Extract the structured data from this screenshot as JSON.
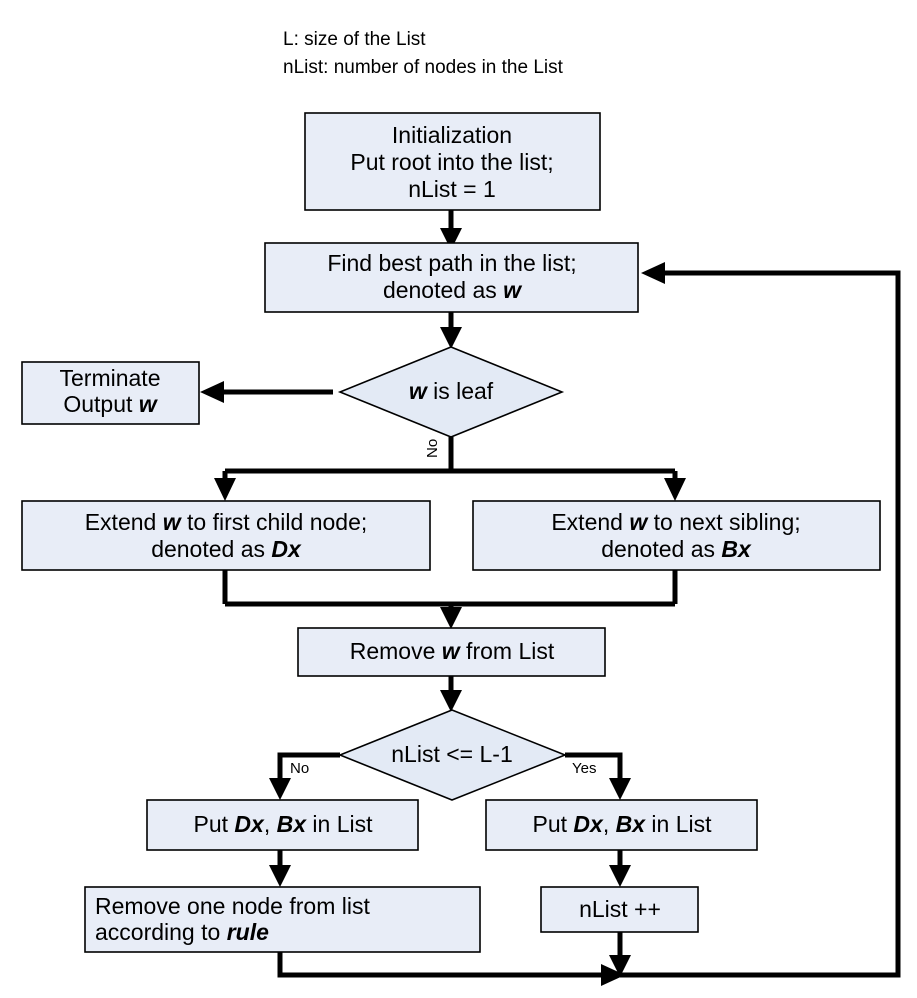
{
  "chart_data": {
    "type": "diagram",
    "diagram_kind": "flowchart",
    "title": "",
    "colors": {
      "node_fill": "#e8edf7",
      "node_stroke": "#000000",
      "edge": "#000000",
      "background": "#ffffff"
    },
    "legend": [
      "L: size of the List",
      "nList: number of nodes in the List"
    ],
    "nodes": [
      {
        "id": "init",
        "shape": "rect",
        "lines": [
          "Initialization",
          "Put root into the list;",
          "nList = 1"
        ]
      },
      {
        "id": "find_best",
        "shape": "rect",
        "lines": [
          "Find best path in the list;",
          "denoted as w"
        ]
      },
      {
        "id": "is_leaf",
        "shape": "diamond",
        "lines": [
          "w is leaf"
        ]
      },
      {
        "id": "terminate",
        "shape": "rect",
        "lines": [
          "Terminate",
          "Output w"
        ]
      },
      {
        "id": "extend_child",
        "shape": "rect",
        "lines": [
          "Extend w to first child node;",
          "denoted as Dx"
        ]
      },
      {
        "id": "extend_sib",
        "shape": "rect",
        "lines": [
          "Extend w to next sibling;",
          "denoted as Bx"
        ]
      },
      {
        "id": "remove_w",
        "shape": "rect",
        "lines": [
          "Remove w from List"
        ]
      },
      {
        "id": "nlist_check",
        "shape": "diamond",
        "lines": [
          "nList <= L-1"
        ]
      },
      {
        "id": "put_left",
        "shape": "rect",
        "lines": [
          "Put Dx, Bx in List"
        ]
      },
      {
        "id": "put_right",
        "shape": "rect",
        "lines": [
          "Put Dx, Bx in List"
        ]
      },
      {
        "id": "remove_rule",
        "shape": "rect",
        "lines": [
          "Remove one node from list",
          "according to rule"
        ]
      },
      {
        "id": "nlist_inc",
        "shape": "rect",
        "lines": [
          "nList ++"
        ]
      }
    ],
    "edges": [
      {
        "from": "init",
        "to": "find_best",
        "label": ""
      },
      {
        "from": "find_best",
        "to": "is_leaf",
        "label": ""
      },
      {
        "from": "is_leaf",
        "to": "terminate",
        "label": ""
      },
      {
        "from": "is_leaf",
        "to": "extend_child",
        "label": "No"
      },
      {
        "from": "is_leaf",
        "to": "extend_sib",
        "label": "No"
      },
      {
        "from": "extend_child",
        "to": "remove_w",
        "label": ""
      },
      {
        "from": "extend_sib",
        "to": "remove_w",
        "label": ""
      },
      {
        "from": "remove_w",
        "to": "nlist_check",
        "label": ""
      },
      {
        "from": "nlist_check",
        "to": "put_left",
        "label": "No"
      },
      {
        "from": "nlist_check",
        "to": "put_right",
        "label": "Yes"
      },
      {
        "from": "put_left",
        "to": "remove_rule",
        "label": ""
      },
      {
        "from": "put_right",
        "to": "nlist_inc",
        "label": ""
      },
      {
        "from": "remove_rule",
        "to": "find_best",
        "label": ""
      },
      {
        "from": "nlist_inc",
        "to": "find_best",
        "label": ""
      }
    ],
    "edge_labels": {
      "leaf_no": "No",
      "nlist_no": "No",
      "nlist_yes": "Yes"
    },
    "node_text": {
      "init_line1": "Initialization",
      "init_line2": "Put root into the list;",
      "init_line3": "nList = 1",
      "find_line1": "Find best path in the list;",
      "find_line2_pre": "denoted as ",
      "find_line2_var": "w",
      "leaf_var": "w",
      "leaf_rest": " is leaf",
      "terminate_line1": "Terminate",
      "terminate_line2_pre": "Output ",
      "terminate_line2_var": "w",
      "extend_child_pre": "Extend ",
      "extend_child_var": "w",
      "extend_child_post": " to first child node;",
      "extend_child_line2_pre": "denoted as ",
      "extend_child_line2_var": "Dx",
      "extend_sib_pre": "Extend ",
      "extend_sib_var": "w",
      "extend_sib_post": " to next sibling;",
      "extend_sib_line2_pre": "denoted as ",
      "extend_sib_line2_var": "Bx",
      "remove_w_pre": "Remove ",
      "remove_w_var": "w",
      "remove_w_post": " from List",
      "nlist_check": "nList <= L-1",
      "put_pre": "Put ",
      "put_var1": "Dx",
      "put_mid": ", ",
      "put_var2": "Bx",
      "put_post": " in List",
      "remove_rule_line1": "Remove one node from list",
      "remove_rule_line2_pre": "according to ",
      "remove_rule_line2_var": "rule",
      "nlist_inc": "nList ++"
    },
    "legend_line1": "L: size of the List",
    "legend_line2": "nList: number of nodes in the List"
  }
}
